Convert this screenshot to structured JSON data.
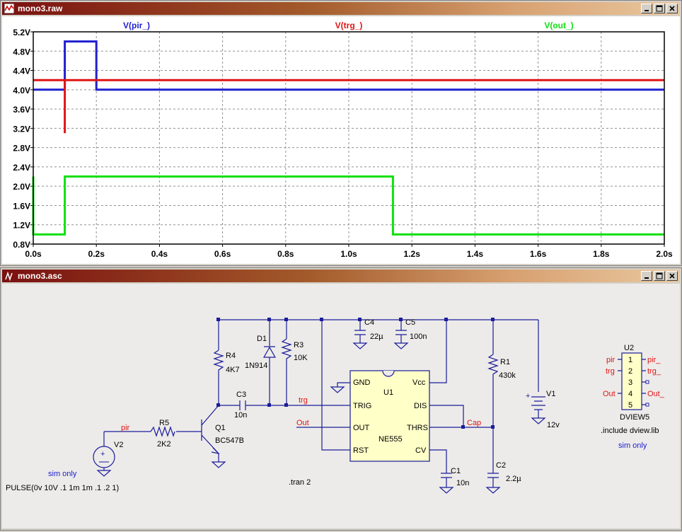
{
  "plot_window": {
    "title": "mono3.raw"
  },
  "schematic_window": {
    "title": "mono3.asc"
  },
  "chart_data": {
    "type": "line",
    "title": "",
    "xlabel": "",
    "ylabel": "",
    "xlim": [
      0,
      2.0
    ],
    "ylim": [
      0.8,
      5.2
    ],
    "x_ticks": [
      "0.0s",
      "0.2s",
      "0.4s",
      "0.6s",
      "0.8s",
      "1.0s",
      "1.2s",
      "1.4s",
      "1.6s",
      "1.8s",
      "2.0s"
    ],
    "x_tick_values": [
      0,
      0.2,
      0.4,
      0.6,
      0.8,
      1.0,
      1.2,
      1.4,
      1.6,
      1.8,
      2.0
    ],
    "y_ticks": [
      "0.8V",
      "1.2V",
      "1.6V",
      "2.0V",
      "2.4V",
      "2.8V",
      "3.2V",
      "3.6V",
      "4.0V",
      "4.4V",
      "4.8V",
      "5.2V"
    ],
    "y_tick_values": [
      0.8,
      1.2,
      1.6,
      2.0,
      2.4,
      2.8,
      3.2,
      3.6,
      4.0,
      4.4,
      4.8,
      5.2
    ],
    "grid": true,
    "legend_position": "top",
    "series": [
      {
        "name": "V(pir_)",
        "color": "#1f1fd0",
        "x": [
          0,
          0.1,
          0.1,
          0.2,
          0.2,
          2.0
        ],
        "y": [
          4.0,
          4.0,
          5.0,
          5.0,
          4.0,
          4.0
        ]
      },
      {
        "name": "V(trg_)",
        "color": "#e01414",
        "x": [
          0,
          0.1,
          0.1,
          0.1,
          2.0
        ],
        "y": [
          4.2,
          4.2,
          3.1,
          4.2,
          4.2
        ]
      },
      {
        "name": "V(out_)",
        "color": "#10e010",
        "x": [
          0,
          0.0,
          0.1,
          0.1,
          1.14,
          1.14,
          2.0
        ],
        "y": [
          2.2,
          1.0,
          1.0,
          2.2,
          2.2,
          1.0,
          1.0
        ]
      }
    ]
  },
  "schematic": {
    "labels": {
      "R4": "R4",
      "R4v": "4K7",
      "D1": "D1",
      "D1v": "1N914",
      "R3": "R3",
      "R3v": "10K",
      "C4": "C4",
      "C4v": "22µ",
      "C5": "C5",
      "C5v": "100n",
      "R1": "R1",
      "R1v": "430k",
      "V1": "V1",
      "V1v": "12v",
      "C3": "C3",
      "C3v": "10n",
      "Q1": "Q1",
      "Q1v": "BC547B",
      "R5": "R5",
      "R5v": "2K2",
      "V2": "V2",
      "C1": "C1",
      "C1v": "10n",
      "C2": "C2",
      "C2v": "2.2µ",
      "U1": "U1",
      "U1v": "NE555",
      "U2": "U2",
      "U2v": "DVIEW5",
      "pin_gnd": "GND",
      "pin_vcc": "Vcc",
      "pin_trig": "TRIG",
      "pin_dis": "DIS",
      "pin_out": "OUT",
      "pin_thrs": "THRS",
      "pin_rst": "RST",
      "pin_cv": "CV",
      "net_pir": "pir",
      "net_trg": "trg",
      "net_out": "Out",
      "net_cap": "Cap",
      "dv_pir": "pir",
      "dv_trg": "trg",
      "dv_out": "Out",
      "dv_pir_": "pir_",
      "dv_trg_": "trg_",
      "dv_out_": "Out_",
      "dv_1": "1",
      "dv_2": "2",
      "dv_3": "3",
      "dv_4": "4",
      "dv_5": "5",
      "include": ".include dview.lib",
      "simonly1": "sim only",
      "simonly2": "sim only",
      "pulse": "PULSE(0v 10V .1 1m 1m .1 .2 1)",
      "tran": ".tran 2"
    }
  }
}
